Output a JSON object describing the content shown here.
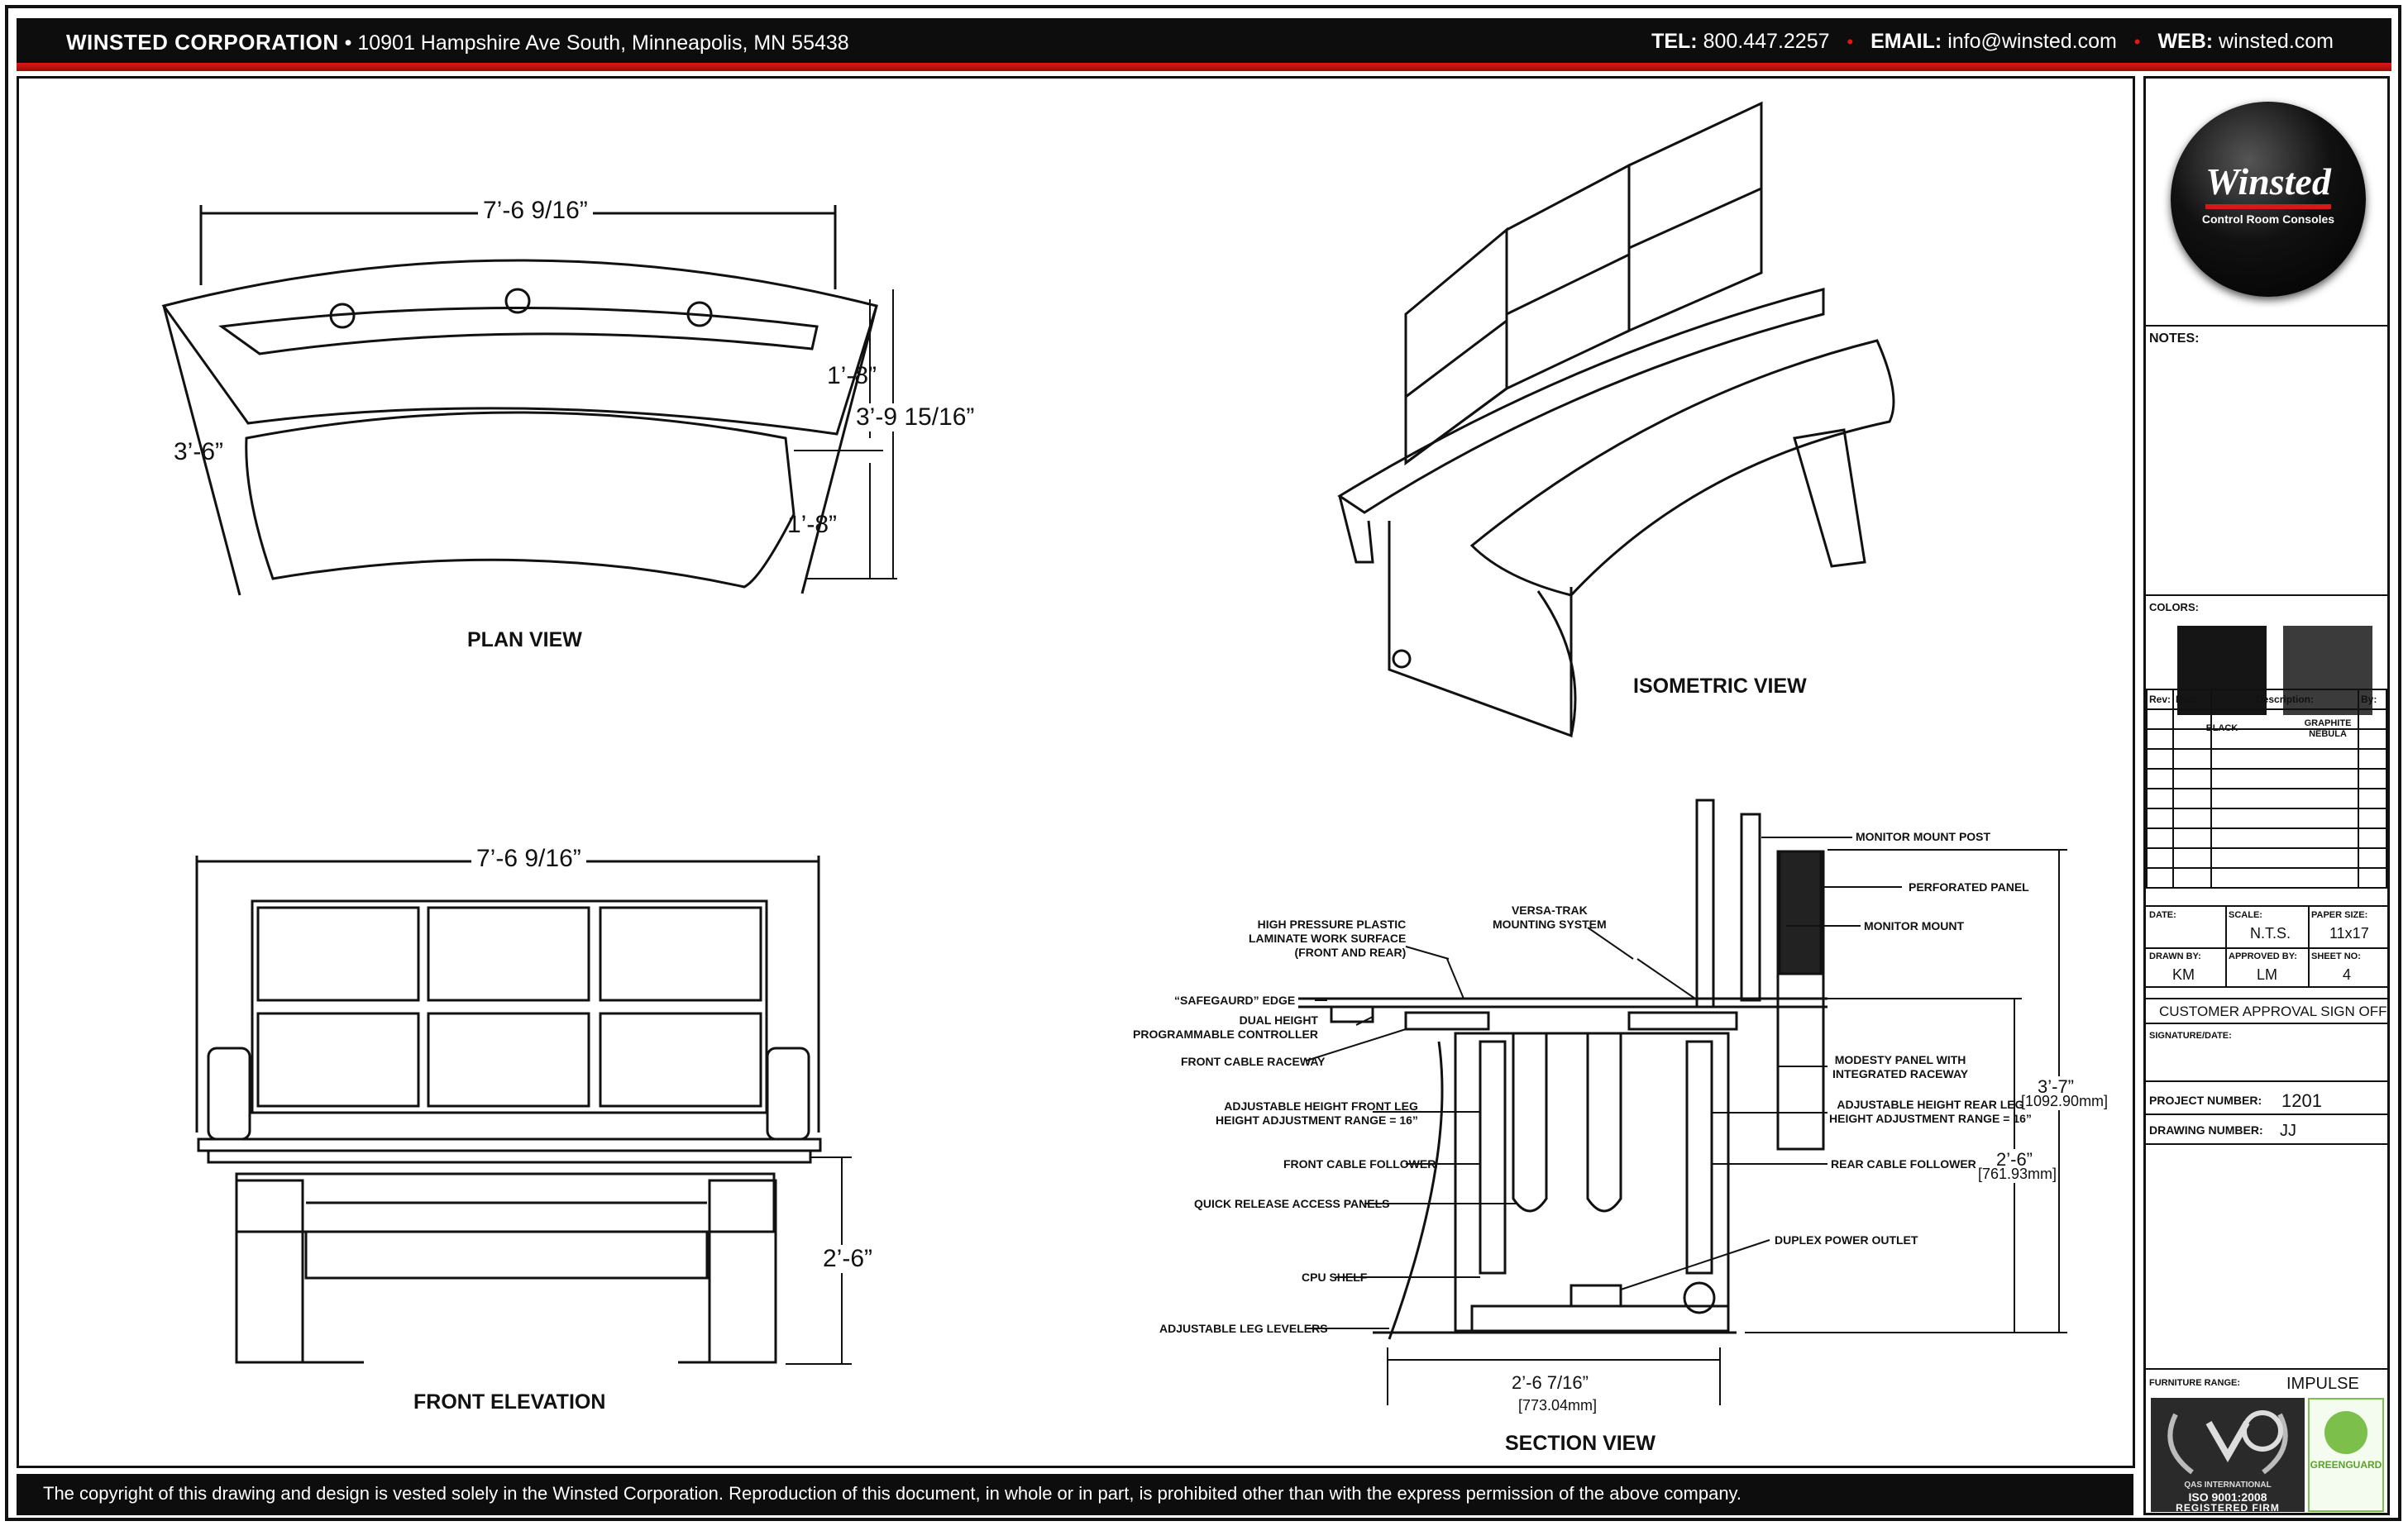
{
  "header": {
    "company": "WINSTED CORPORATION",
    "address": "• 10901 Hampshire Ave South, Minneapolis, MN 55438",
    "tel_label": "TEL:",
    "tel": "800.447.2257",
    "email_label": "EMAIL:",
    "email": "info@winsted.com",
    "web_label": "WEB:",
    "web": "winsted.com",
    "separator": "•"
  },
  "footer": {
    "copyright": "The copyright of this drawing and design is vested solely in the Winsted Corporation.  Reproduction of this document, in whole or in part, is prohibited other than with the express permission of the above company."
  },
  "views": {
    "plan": {
      "label": "PLAN VIEW",
      "width": "7’-6 9/16”",
      "depth_left": "3’-6”",
      "depth_upper": "1’-8”",
      "depth_total": "3’-9 15/16”",
      "depth_lower": "1’-8”"
    },
    "isometric": {
      "label": "ISOMETRIC VIEW"
    },
    "front": {
      "label": "FRONT ELEVATION",
      "width": "7’-6 9/16”",
      "height": "2’-6”"
    },
    "section": {
      "label": "SECTION VIEW",
      "depth": "2’-6 7/16”",
      "depth_mm": "[773.04mm]",
      "height_total": "3’-7”",
      "height_total_mm": "[1092.90mm]",
      "height_desk": "2’-6”",
      "height_desk_mm": "[761.93mm]",
      "callouts_left": [
        "HIGH PRESSURE PLASTIC\nLAMINATE WORK SURFACE\n(FRONT AND REAR)",
        "VERSA-TRAK\nMOUNTING SYSTEM",
        "“SAFEGAURD” EDGE",
        "DUAL HEIGHT\nPROGRAMMABLE CONTROLLER",
        "FRONT CABLE RACEWAY",
        "ADJUSTABLE HEIGHT FRONT LEG\nHEIGHT ADJUSTMENT RANGE = 16”",
        "FRONT CABLE FOLLOWER",
        "QUICK RELEASE ACCESS PANELS",
        "CPU SHELF",
        "ADJUSTABLE LEG LEVELERS"
      ],
      "callouts_right": [
        "MONITOR MOUNT POST",
        "PERFORATED PANEL",
        "MONITOR MOUNT",
        "MODESTY PANEL WITH\nINTEGRATED RACEWAY",
        "ADJUSTABLE HEIGHT REAR LEG\nHEIGHT ADJUSTMENT RANGE = 16”",
        "REAR CABLE FOLLOWER",
        "DUPLEX POWER OUTLET"
      ]
    }
  },
  "title_block": {
    "logo_name": "Winsted",
    "logo_sub": "Control Room Consoles",
    "notes_label": "NOTES:",
    "colors_label": "COLORS:",
    "colors": [
      {
        "name": "BLACK",
        "hex": "#151515"
      },
      {
        "name": "GRAPHITE\nNEBULA",
        "hex": "#3b3b3b"
      }
    ],
    "rev_headers": [
      "Rev:",
      "Date:",
      "Description:",
      "By:"
    ],
    "date_label": "DATE:",
    "scale_label": "SCALE:",
    "scale": "N.T.S.",
    "paper_label": "PAPER SIZE:",
    "paper": "11x17",
    "drawn_label": "DRAWN BY:",
    "drawn": "KM",
    "approved_label": "APPROVED BY:",
    "approved": "LM",
    "sheet_label": "SHEET NO:",
    "sheet": "4",
    "approval": "CUSTOMER APPROVAL SIGN OFF",
    "signature_label": "SIGNATURE/DATE:",
    "project_label": "PROJECT NUMBER:",
    "project": "1201",
    "drawing_label": "DRAWING NUMBER:",
    "drawing": "JJ",
    "range_label": "FURNITURE RANGE:",
    "range": "IMPULSE",
    "cert_1": "QAS INTERNATIONAL",
    "cert_2": "ISO 9001:2008",
    "cert_3": "REGISTERED FIRM",
    "cert_4": "GREENGUARD"
  }
}
